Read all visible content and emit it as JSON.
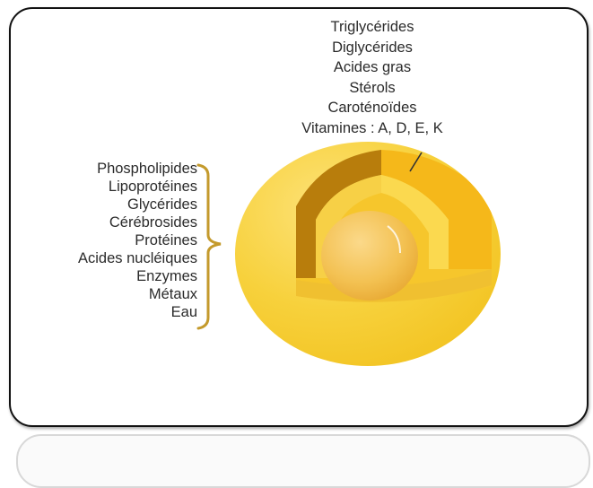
{
  "top_list": {
    "items": [
      "Triglycérides",
      "Diglycérides",
      "Acides gras",
      "Stérols",
      "Caroténoïdes",
      "Vitamines : A, D, E, K"
    ]
  },
  "left_list": {
    "items": [
      "Phospholipides",
      "Lipoprotéines",
      "Glycérides",
      "Cérébrosides",
      "Protéines",
      "Acides nucléiques",
      "Enzymes",
      "Métaux",
      "Eau"
    ]
  },
  "colors": {
    "sphere_outer": "#f2c321",
    "sphere_light": "#fde278",
    "shell": "#f5b81a",
    "dark_band": "#b87d0c",
    "core": "#f0b53a"
  }
}
